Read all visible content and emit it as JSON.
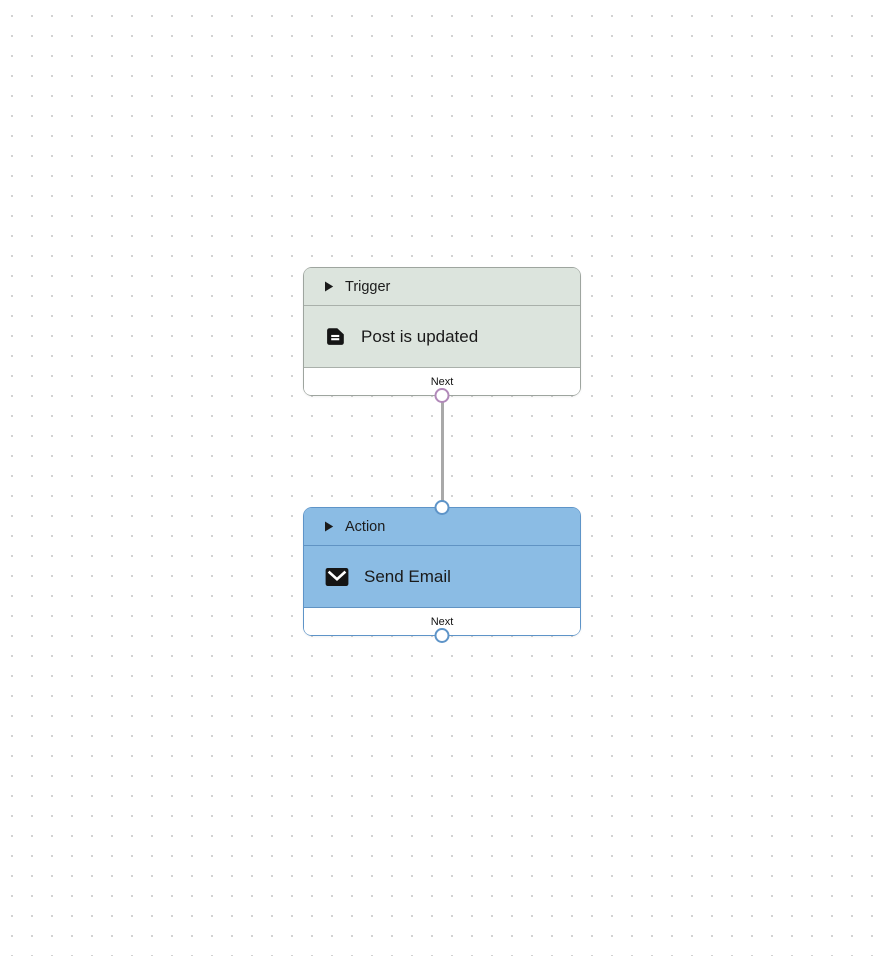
{
  "canvas": {
    "background_color": "#ffffff",
    "dot_color": "#d2d2d2"
  },
  "workflow": {
    "nodes": [
      {
        "type": "trigger",
        "header": {
          "label": "Trigger",
          "icon": "play-triangle-icon"
        },
        "step": {
          "label": "Post is updated",
          "icon": "post-document-icon"
        },
        "output": {
          "label": "Next"
        },
        "colors": {
          "surface": "#dce4dd",
          "border": "#9ea59f",
          "separator": "#a9b0aa",
          "port": "#b189b9"
        }
      },
      {
        "type": "action",
        "header": {
          "label": "Action",
          "icon": "play-triangle-icon"
        },
        "step": {
          "label": "Send Email",
          "icon": "email-icon"
        },
        "output": {
          "label": "Next"
        },
        "colors": {
          "surface": "#8bbce4",
          "border": "#5e94c8",
          "separator": "#6093c3",
          "port": "#5e94c8"
        }
      }
    ],
    "connector": {
      "color": "#a9a9a9"
    }
  }
}
